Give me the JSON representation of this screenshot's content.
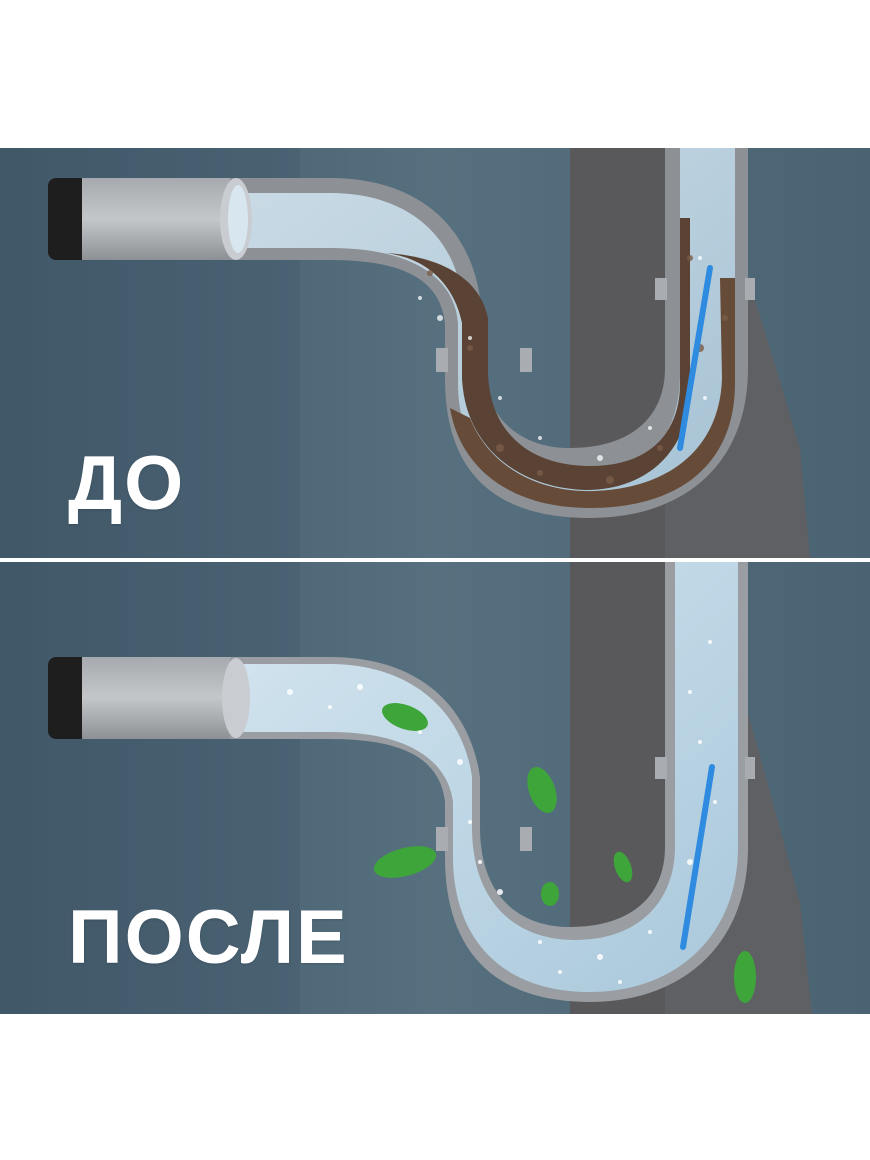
{
  "labels": {
    "before": "ДО",
    "after": "ПОСЛЕ"
  },
  "colors": {
    "wall": "#4f6a78",
    "wall_dark": "#3e5665",
    "drain_pipe": "#58595b",
    "pipe_gray": "#8d8f93",
    "pipe_light": "#b8bcc0",
    "pipe_cap": "#1e1e1e",
    "water": "#bcd6e6",
    "clog": "#5a4334",
    "blue_stick": "#2f8be0",
    "leaf": "#3ea53a"
  },
  "icons": [
    "p-trap-pipe",
    "clog-debris",
    "leaf-icon",
    "cleaning-stick"
  ]
}
